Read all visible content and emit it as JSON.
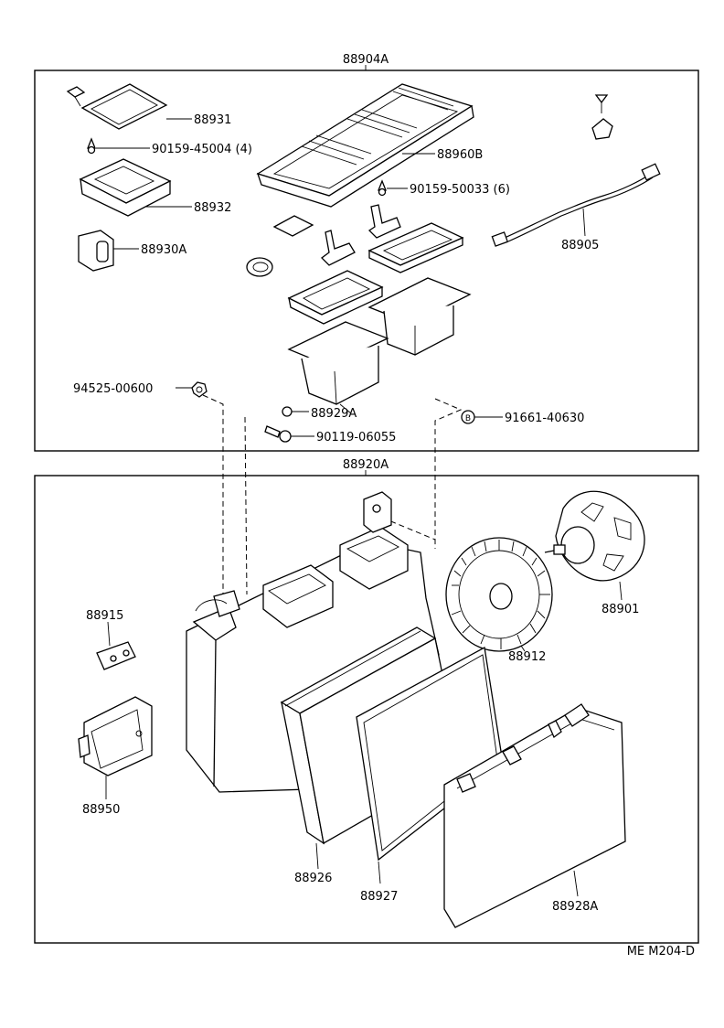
{
  "assemblies": {
    "upper": "88904A",
    "lower": "88920A"
  },
  "labels": {
    "p88931": "88931",
    "p90159_45004": "90159-45004 (4)",
    "p88960b": "88960B",
    "p88932": "88932",
    "p90159_50033": "90159-50033 (6)",
    "p88930a": "88930A",
    "p88905": "88905",
    "p94525": "94525-00600",
    "p88929a": "88929A",
    "p91661": "91661-40630",
    "p90119": "90119-06055",
    "p88915": "88915",
    "p88901": "88901",
    "p88912": "88912",
    "p88950": "88950",
    "p88926": "88926",
    "p88927": "88927",
    "p88928a": "88928A"
  },
  "callout_b": "B",
  "footer_code": "ME M204-D"
}
